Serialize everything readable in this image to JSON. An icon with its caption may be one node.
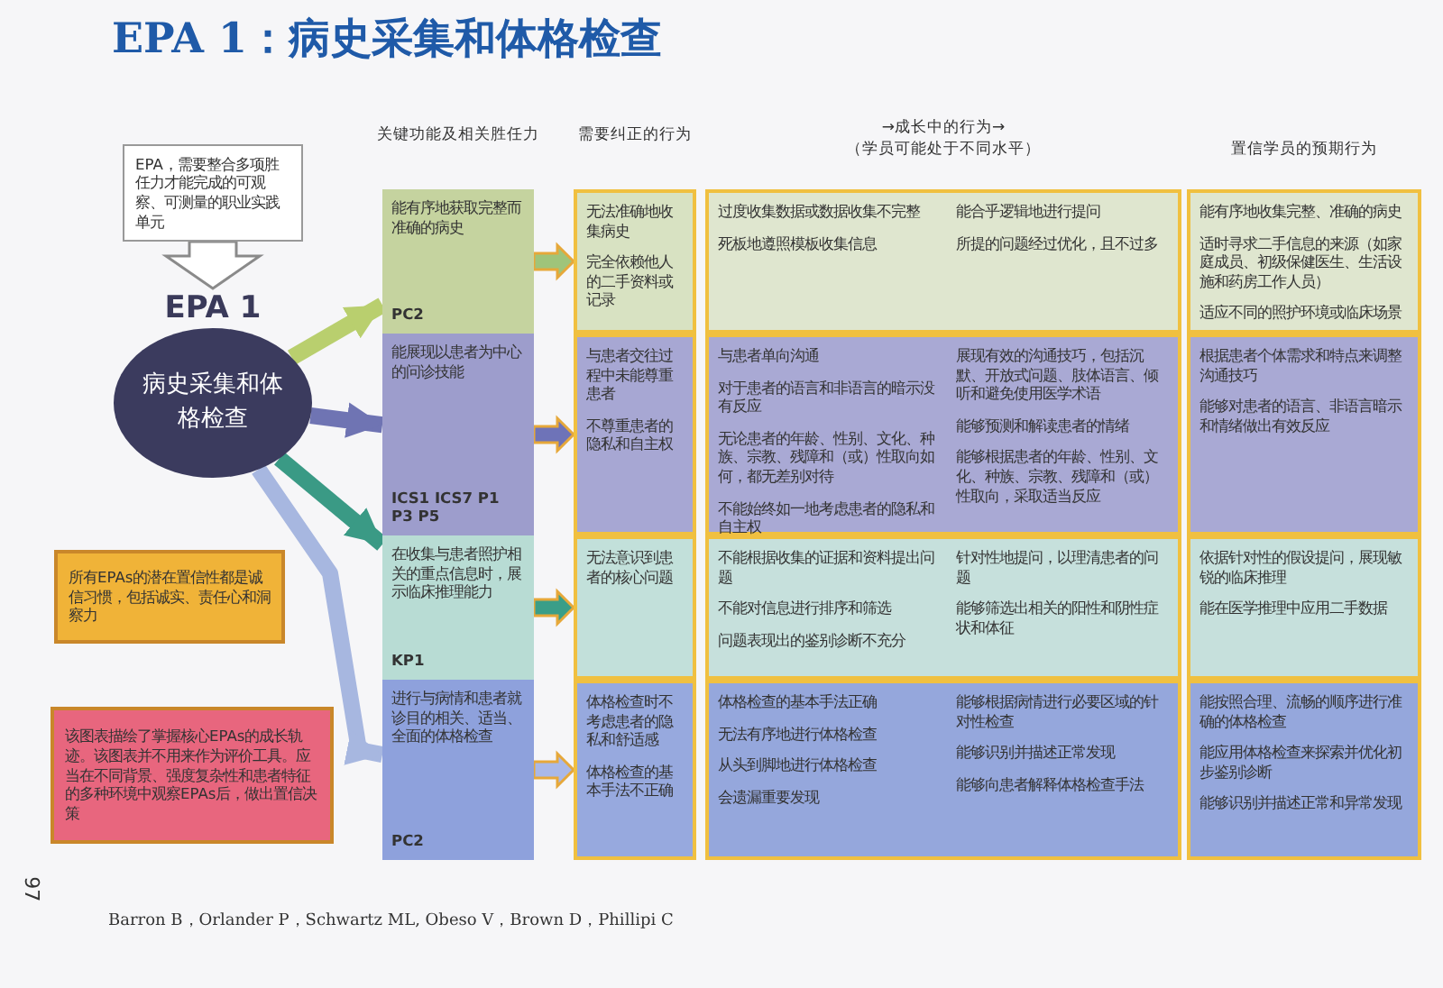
{
  "diagram": {
    "title": "EPA 1：病史采集和体格检查",
    "nodes": [
      {
        "text": [
          "EPA，需要整合多项胜任力才能完成的可观察、可测量的职业实践单元"
        ]
      },
      {
        "text": [
          "EPA 1",
          "病史采集和体格检查"
        ]
      },
      {
        "text": [
          "所有EPAs的潜在置信性都是诚信习惯，包括诚实、责任心和洞察力"
        ]
      },
      {
        "text": [
          "该图表描绘了掌握核心EPAs的成长轨迹。该图表并不用来作为评价工具。应当在不同背景、强度复杂性和患者特征的多种环境中观察EPAs后，做出置信决策"
        ]
      },
      {
        "text": [
          "能有序地获取完整而准确的病史",
          "PC2"
        ]
      },
      {
        "text": [
          "能展现以患者为中心的问诊技能",
          "ICS1 ICS7 P1 P3 P5"
        ]
      },
      {
        "text": [
          "在收集与患者照护相关的重点信息时，展示临床推理能力",
          "KP1"
        ]
      },
      {
        "text": [
          "进行与病情和患者就诊目的相关、适当、全面的体格检查",
          "PC2"
        ]
      },
      {
        "text": [
          "无法准确地收集病史",
          "完全依赖他人的二手资料或记录"
        ]
      },
      {
        "text": [
          "与患者交往过程中未能尊重患者",
          "不尊重患者的隐私和自主权"
        ]
      },
      {
        "text": [
          "无法意识到患者的核心问题"
        ]
      },
      {
        "text": [
          "体格检查时不考虑患者的隐私和舒适感",
          "体格检查的基本手法不正确"
        ]
      },
      {
        "text": [
          "过度收集数据或数据收集不完整",
          "死板地遵照模板收集信息"
        ]
      },
      {
        "text": [
          "能合乎逻辑地进行提问",
          "所提的问题经过优化，且不过多"
        ]
      },
      {
        "text": [
          "能有序地收集完整、准确的病史",
          "适时寻求二手信息的来源（如家庭成员、初级保健医生、生活设施和药房工作人员）",
          "适应不同的照护环境或临床场景"
        ]
      },
      {
        "text": [
          "与患者单向沟通",
          "对于患者的语言和非语言的暗示没有反应",
          "无论患者的年龄、性别、文化、种族、宗教、残障和（或）性取向如何，都无差别对待",
          "不能始终如一地考虑患者的隐私和自主权"
        ]
      },
      {
        "text": [
          "展现有效的沟通技巧，包括沉默、开放式问题、肢体语言、倾听和避免使用医学术语",
          "能够预测和解读患者的情绪",
          "能够根据患者的年龄、性别、文化、种族、宗教、残障和（或）性取向，采取适当反应"
        ]
      },
      {
        "text": [
          "根据患者个体需求和特点来调整沟通技巧",
          "能够对患者的语言、非语言暗示和情绪做出有效反应"
        ]
      },
      {
        "text": [
          "不能根据收集的证据和资料提出问题",
          "不能对信息进行排序和筛选",
          "问题表现出的鉴别诊断不充分"
        ]
      },
      {
        "text": [
          "针对性地提问，以理清患者的问题",
          "能够筛选出相关的阳性和阴性症状和体征"
        ]
      },
      {
        "text": [
          "依据针对性的假设提问，展现敏锐的临床推理",
          "能在医学推理中应用二手数据"
        ]
      },
      {
        "text": [
          "体格检查的基本手法正确",
          "无法有序地进行体格检查",
          "从头到脚地进行体格检查",
          "会遗漏重要发现"
        ]
      },
      {
        "text": [
          "能够根据病情进行必要区域的针对性检查",
          "能够识别并描述正常发现",
          "能够向患者解释体格检查手法"
        ]
      },
      {
        "text": [
          "能按照合理、流畅的顺序进行准确的体格检查",
          "能应用体格检查来探索并优化初步鉴别诊断",
          "能够识别并描述正常和异常发现"
        ]
      }
    ],
    "edges": [
      {
        "from": 0,
        "to": 1,
        "arrow": "to"
      },
      {
        "from": 1,
        "to": 4,
        "arrow": "to",
        "color": "#b9cf6e"
      },
      {
        "from": 1,
        "to": 5,
        "arrow": "to",
        "color": "#6f74b3"
      },
      {
        "from": 1,
        "to": 6,
        "arrow": "to",
        "color": "#3a9a85"
      },
      {
        "from": 1,
        "to": 7,
        "arrow": "to",
        "color": "#a7b7e0"
      },
      {
        "from": 4,
        "to": 8,
        "arrow": "to",
        "color": "#9fc47a"
      },
      {
        "from": 5,
        "to": 9,
        "arrow": "to",
        "color": "#6e73b8"
      },
      {
        "from": 6,
        "to": 10,
        "arrow": "to",
        "color": "#3a9e88"
      },
      {
        "from": 7,
        "to": 11,
        "arrow": "to",
        "color": "#a9b8e8"
      }
    ],
    "labels": [
      "关键功能及相关胜任力",
      "需要纠正的行为",
      "→成长中的行为→",
      "（学员可能处于不同水平）",
      "置信学员的预期行为",
      "97",
      "Barron B，Orlander P，Schwartz ML, Obeso V，Brown D，Phillipi C"
    ]
  }
}
